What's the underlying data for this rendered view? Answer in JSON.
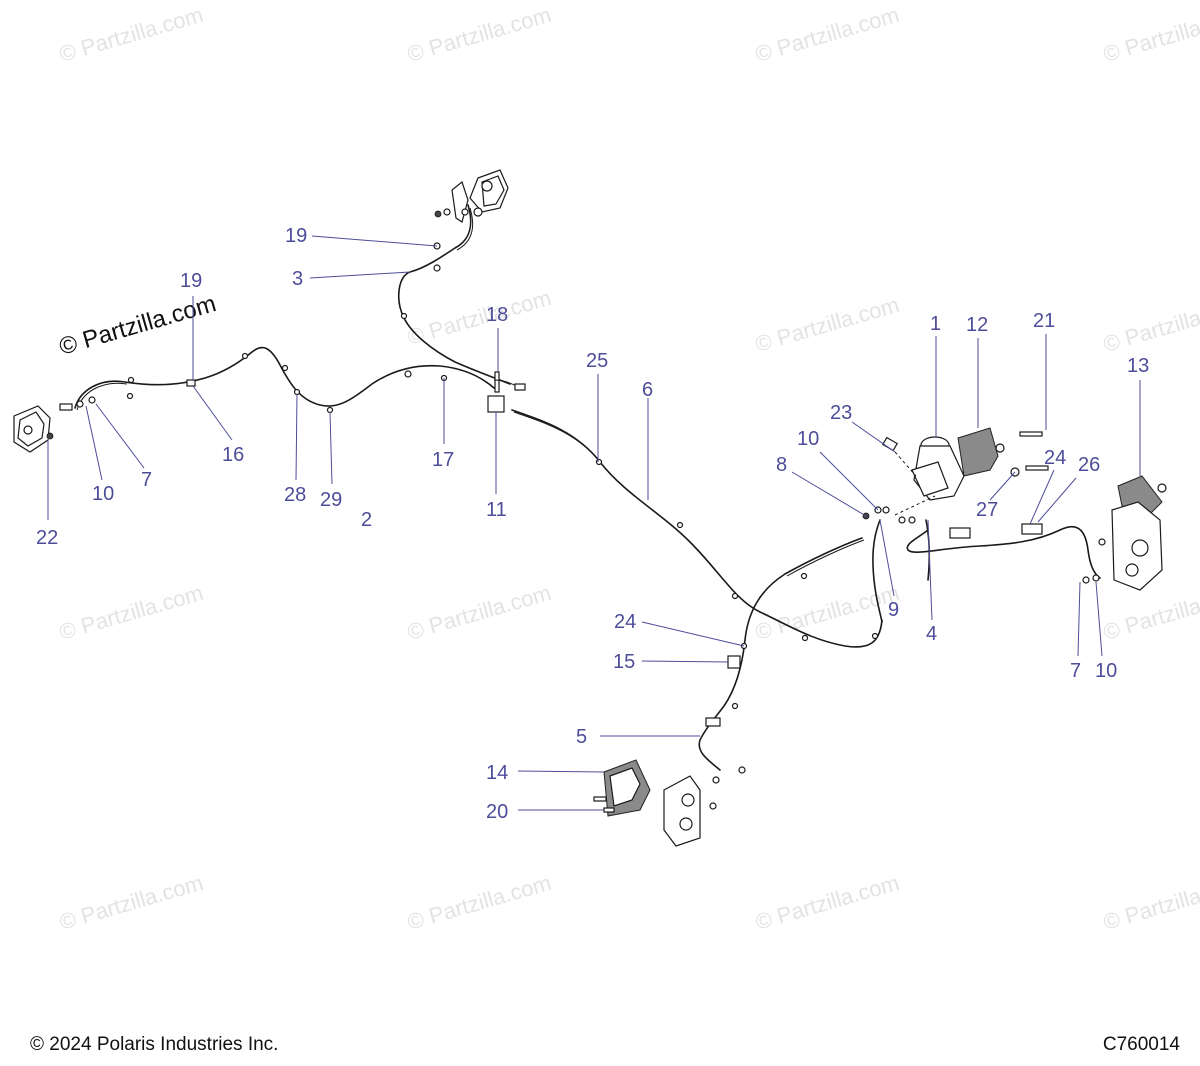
{
  "watermark": {
    "text": "© Partzilla.com",
    "main_text": "© Partzilla.com"
  },
  "callouts": {
    "c1": "1",
    "c12": "12",
    "c21": "21",
    "c13": "13",
    "c23": "23",
    "c10a": "10",
    "c8": "8",
    "c24a": "24",
    "c26": "26",
    "c27": "27",
    "c19a": "19",
    "c3": "3",
    "c19b": "19",
    "c18": "18",
    "c25": "25",
    "c6": "6",
    "c16": "16",
    "c7a": "7",
    "c10b": "10",
    "c22": "22",
    "c28": "28",
    "c29": "29",
    "c2": "2",
    "c17": "17",
    "c11": "11",
    "c9": "9",
    "c4": "4",
    "c7b": "7",
    "c10c": "10",
    "c24b": "24",
    "c15": "15",
    "c5": "5",
    "c14": "14",
    "c20": "20"
  },
  "footer": {
    "copyright": "© 2024 Polaris Industries Inc.",
    "diagram_code": "C760014"
  }
}
